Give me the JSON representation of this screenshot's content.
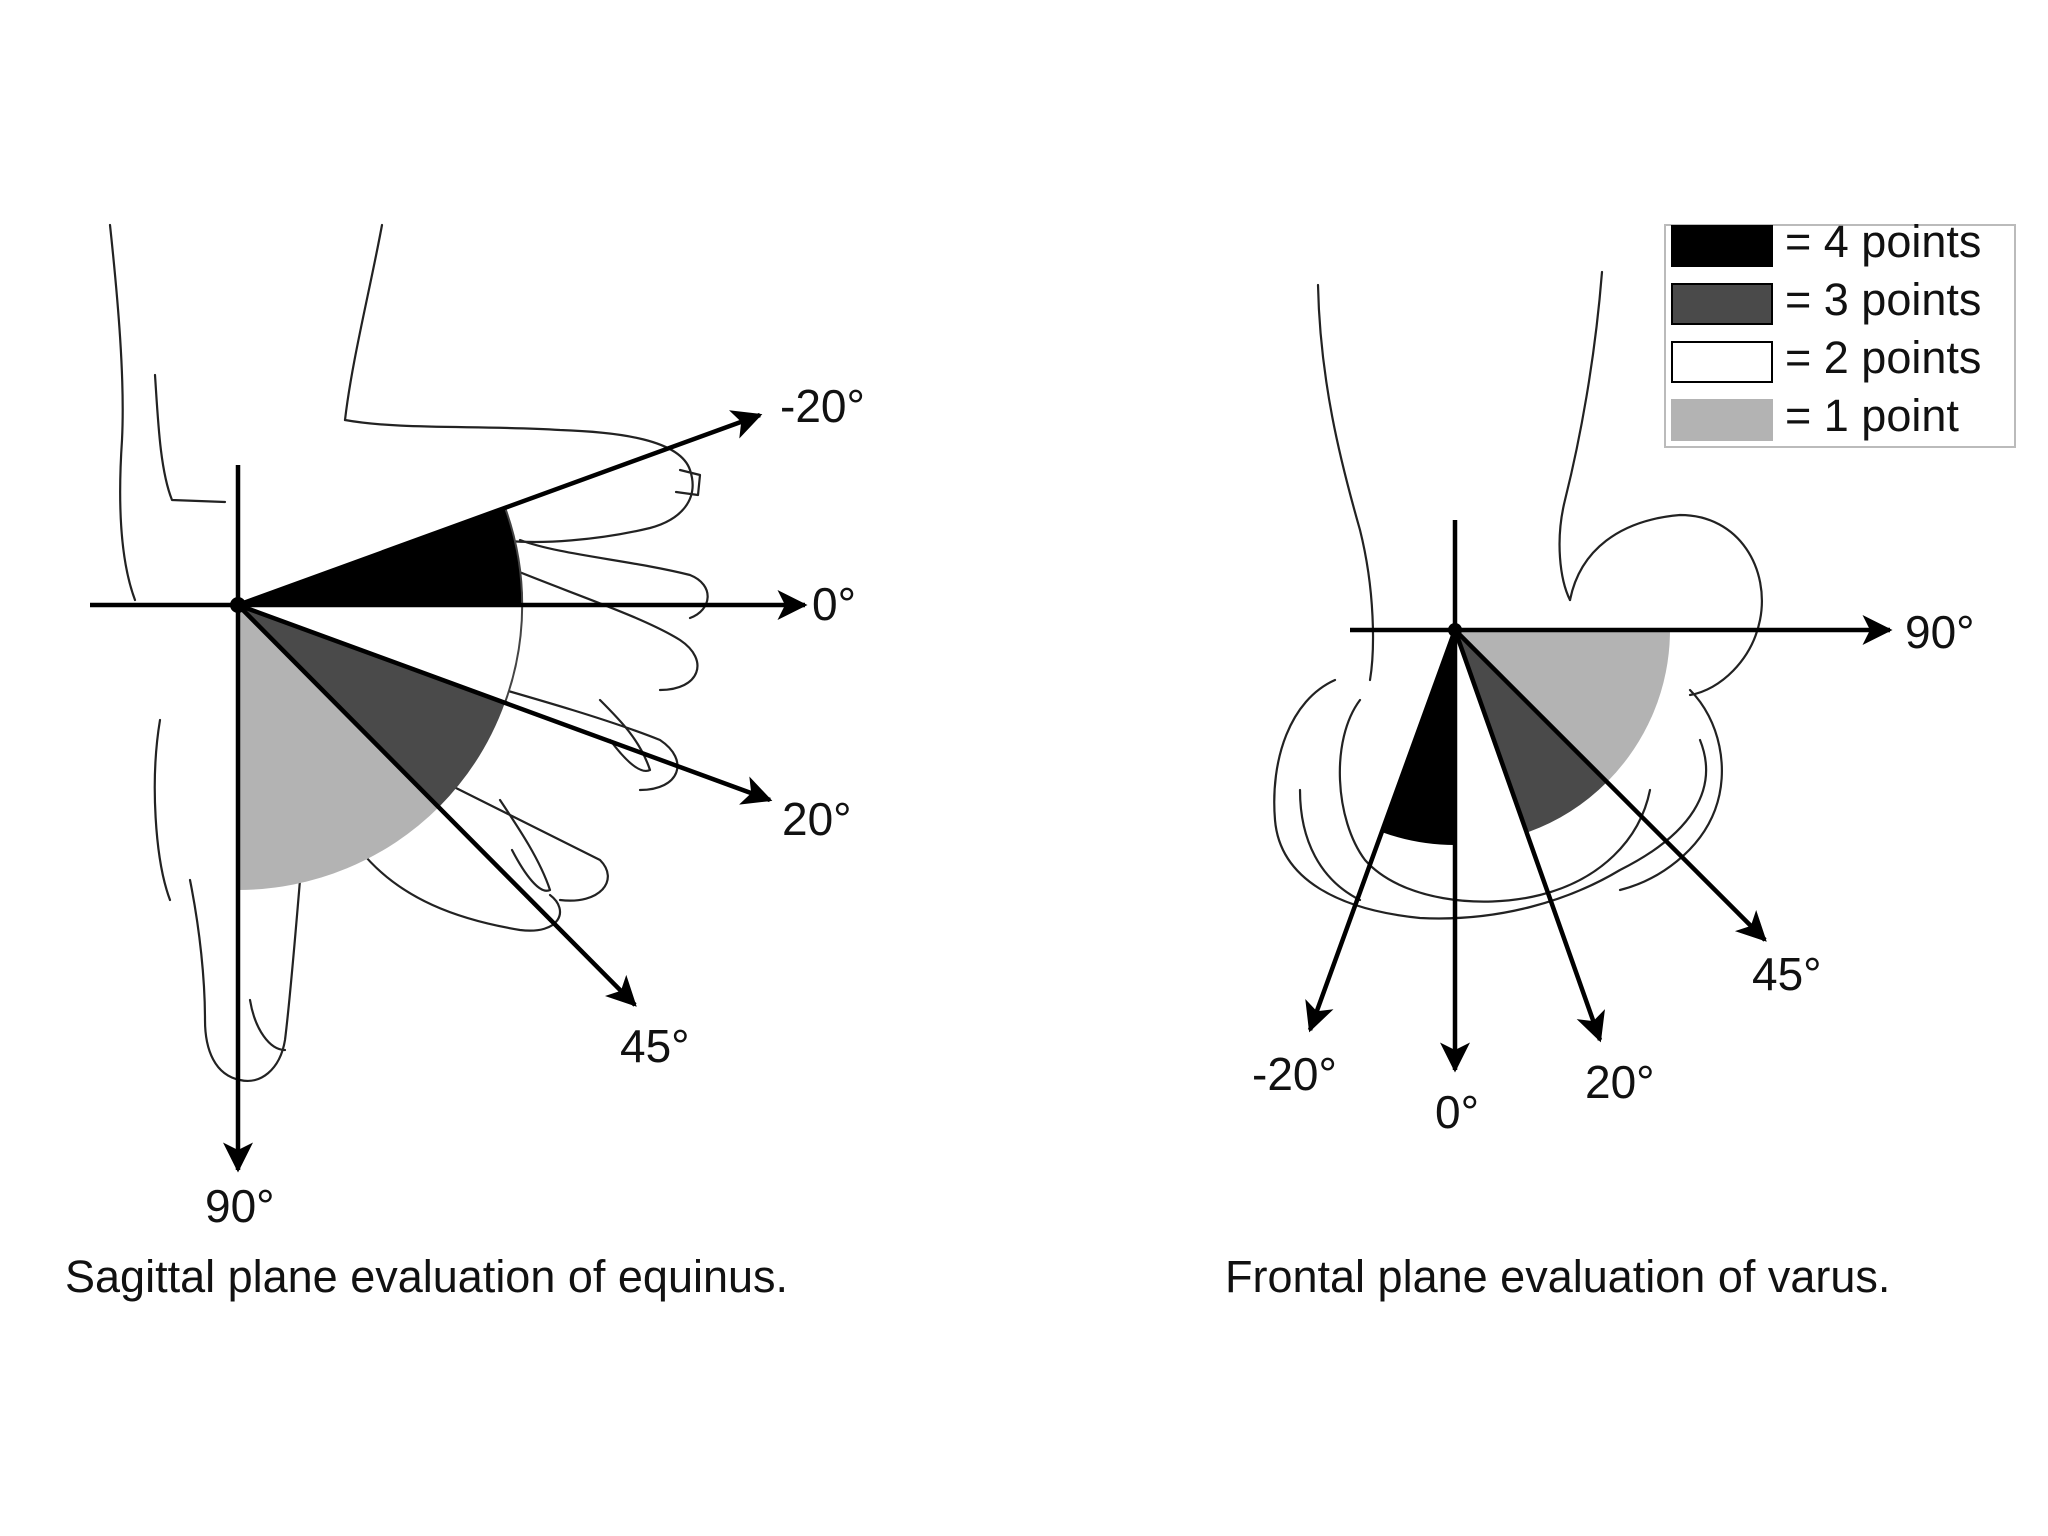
{
  "legend": {
    "items": [
      {
        "label": "= 4 points",
        "color": "#000000"
      },
      {
        "label": "= 3 points",
        "color": "#4a4a4a"
      },
      {
        "label": "= 2 points",
        "color": "#ffffff"
      },
      {
        "label": "= 1 point",
        "color": "#b3b3b3"
      }
    ]
  },
  "sagittal": {
    "caption": "Sagittal plane evaluation of equinus.",
    "labels": {
      "minus20": "-20°",
      "zero": "0°",
      "plus20": "20°",
      "plus45": "45°",
      "plus90": "90°"
    }
  },
  "frontal": {
    "caption": "Frontal plane evaluation of varus.",
    "labels": {
      "minus20": "-20°",
      "zero": "0°",
      "plus20": "20°",
      "plus45": "45°",
      "plus90": "90°"
    }
  }
}
